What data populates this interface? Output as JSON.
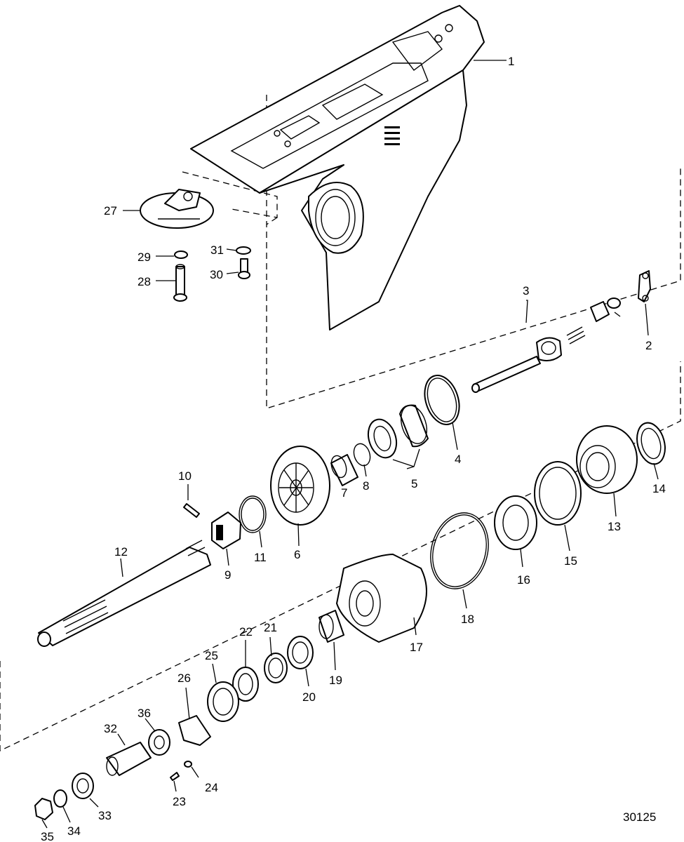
{
  "figure": {
    "figure_number": "30125",
    "callouts": [
      "1",
      "2",
      "3",
      "4",
      "5",
      "6",
      "7",
      "8",
      "9",
      "10",
      "11",
      "12",
      "13",
      "14",
      "15",
      "16",
      "17",
      "18",
      "19",
      "20",
      "21",
      "22",
      "23",
      "24",
      "25",
      "26",
      "27",
      "28",
      "29",
      "30",
      "31",
      "32",
      "33",
      "34",
      "35",
      "36"
    ]
  },
  "colors": {
    "ink": "#000000",
    "paper": "#ffffff"
  }
}
